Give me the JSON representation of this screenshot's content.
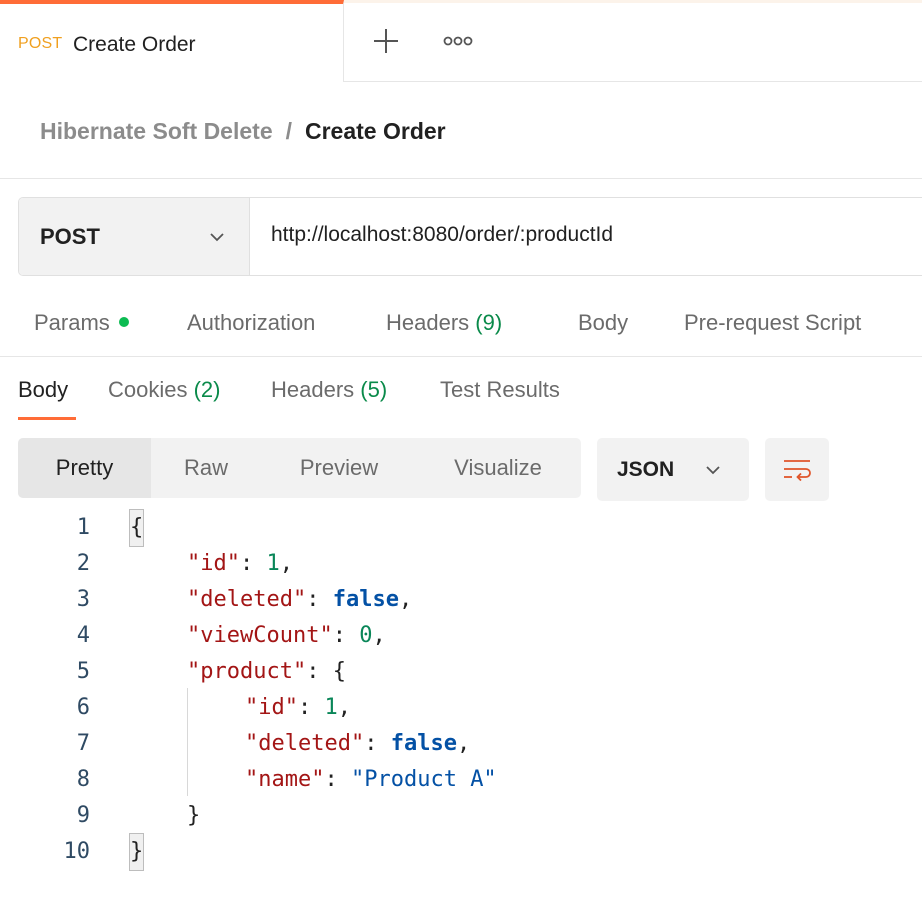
{
  "tabs": {
    "active": {
      "method": "POST",
      "title": "Create Order"
    }
  },
  "breadcrumb": {
    "parent": "Hibernate Soft Delete",
    "separator": "/",
    "current": "Create Order"
  },
  "request": {
    "method": "POST",
    "url": "http://localhost:8080/order/:productId",
    "tabs": [
      {
        "label": "Params",
        "count": ""
      },
      {
        "label": "Authorization",
        "count": ""
      },
      {
        "label": "Headers",
        "count": "(9)"
      },
      {
        "label": "Body",
        "count": ""
      },
      {
        "label": "Pre-request Script",
        "count": ""
      }
    ]
  },
  "response": {
    "tabs": [
      {
        "label": "Body",
        "count": ""
      },
      {
        "label": "Cookies",
        "count": "(2)"
      },
      {
        "label": "Headers",
        "count": "(5)"
      },
      {
        "label": "Test Results",
        "count": ""
      }
    ],
    "views": [
      "Pretty",
      "Raw",
      "Preview",
      "Visualize"
    ],
    "format": "JSON"
  },
  "code": {
    "line_numbers": [
      "1",
      "2",
      "3",
      "4",
      "5",
      "6",
      "7",
      "8",
      "9",
      "10"
    ],
    "l1": "{",
    "l2": {
      "key": "\"id\"",
      "sep": ": ",
      "val": "1",
      "end": ","
    },
    "l3": {
      "key": "\"deleted\"",
      "sep": ": ",
      "val": "false",
      "end": ","
    },
    "l4": {
      "key": "\"viewCount\"",
      "sep": ": ",
      "val": "0",
      "end": ","
    },
    "l5": {
      "key": "\"product\"",
      "sep": ": ",
      "val": "{"
    },
    "l6": {
      "key": "\"id\"",
      "sep": ": ",
      "val": "1",
      "end": ","
    },
    "l7": {
      "key": "\"deleted\"",
      "sep": ": ",
      "val": "false",
      "end": ","
    },
    "l8": {
      "key": "\"name\"",
      "sep": ": ",
      "val": "\"Product A\""
    },
    "l9": "}",
    "l10": "}"
  },
  "colors": {
    "accent": "#ff6c37",
    "post_method": "#f0a020",
    "count_green": "#0a8a4a",
    "json_key": "#a31515",
    "json_number": "#098658",
    "json_bool": "#0451a5"
  }
}
